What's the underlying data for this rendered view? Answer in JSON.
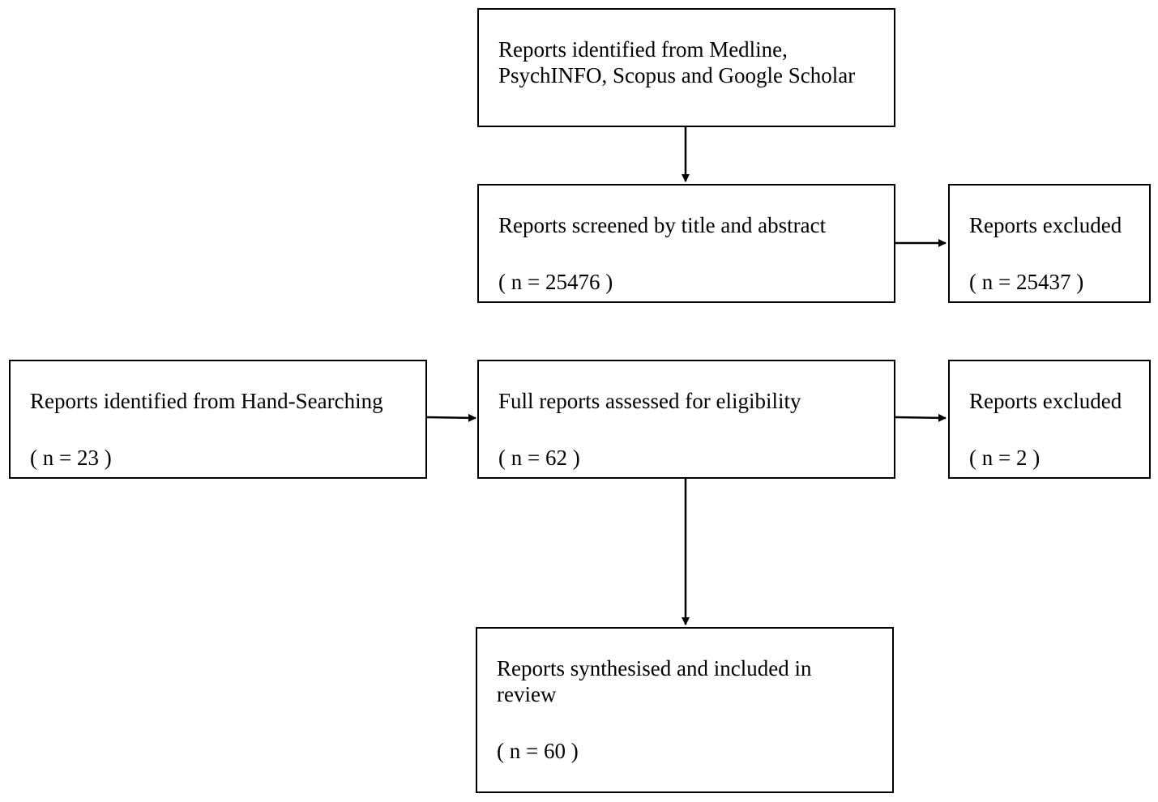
{
  "boxes": {
    "identified_databases": {
      "line1": "Reports identified from Medline,",
      "line2": "PsychINFO, Scopus and Google Scholar"
    },
    "screened": {
      "label": "Reports screened by title and abstract",
      "count": "( n = 25476 )"
    },
    "excluded_screening": {
      "label": "Reports excluded",
      "count": "( n = 25437 )"
    },
    "hand_searching": {
      "label": "Reports identified from Hand-Searching",
      "count": "( n = 23 )"
    },
    "full_reports": {
      "label": "Full reports assessed for eligibility",
      "count": "( n = 62 )"
    },
    "excluded_full": {
      "label": "Reports excluded",
      "count": "( n = 2 )"
    },
    "included": {
      "line1": "Reports synthesised and included in",
      "line2": "review",
      "count": "( n = 60 )"
    }
  }
}
